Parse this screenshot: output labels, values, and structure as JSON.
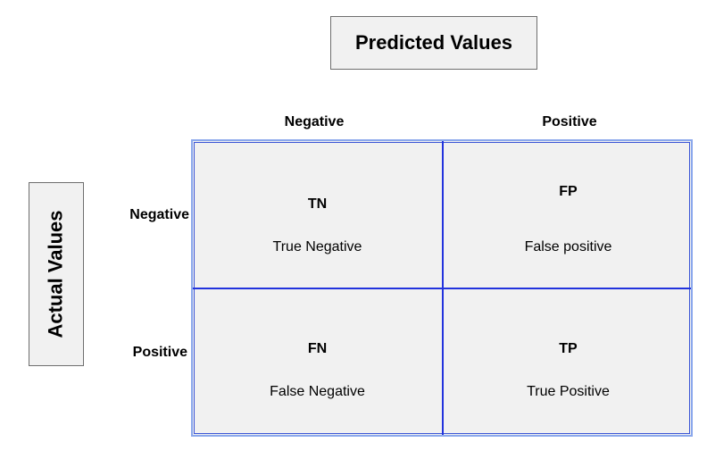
{
  "predicted_label": "Predicted Values",
  "actual_label": "Actual Values",
  "columns": [
    "Negative",
    "Positive"
  ],
  "rows": [
    "Negative",
    "Positive"
  ],
  "cells": [
    {
      "abbr": "TN",
      "label": "True Negative"
    },
    {
      "abbr": "FP",
      "label": "False positive"
    },
    {
      "abbr": "FN",
      "label": "False Negative"
    },
    {
      "abbr": "TP",
      "label": "True Positive"
    }
  ],
  "colors": {
    "grid_line": "#2233dd",
    "cell_fill": "#f1f1f1",
    "label_box_fill": "#f1f1f1"
  }
}
